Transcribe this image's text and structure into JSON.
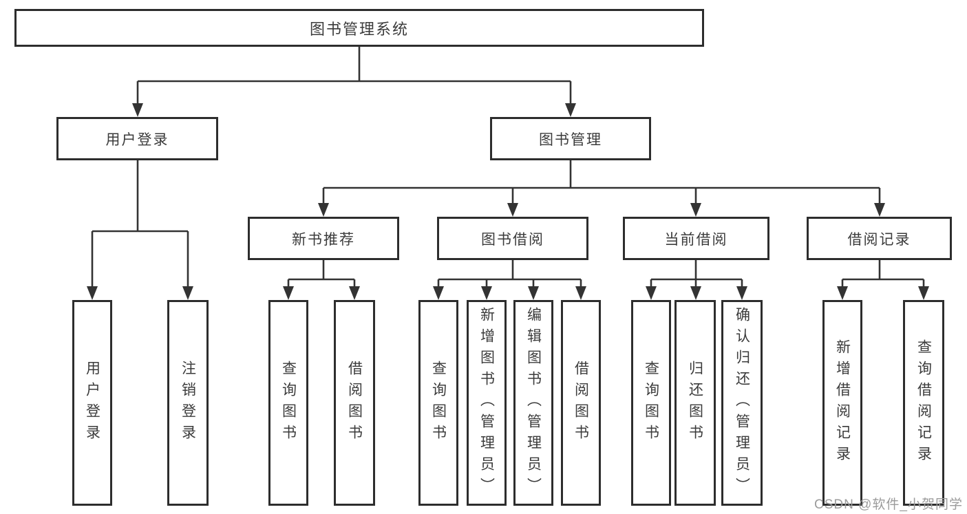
{
  "tree": {
    "root": {
      "label": "图书管理系统"
    },
    "branches": [
      {
        "label": "用户登录",
        "leaves": [
          {
            "label": "用户登录"
          },
          {
            "label": "注销登录"
          }
        ]
      },
      {
        "label": "图书管理",
        "groups": [
          {
            "label": "新书推荐",
            "leaves": [
              {
                "label": "查询图书"
              },
              {
                "label": "借阅图书"
              }
            ]
          },
          {
            "label": "图书借阅",
            "leaves": [
              {
                "label": "查询图书"
              },
              {
                "label": "新增图书（管理员）"
              },
              {
                "label": "编辑图书（管理员）"
              },
              {
                "label": "借阅图书"
              }
            ]
          },
          {
            "label": "当前借阅",
            "leaves": [
              {
                "label": "查询图书"
              },
              {
                "label": "归还图书"
              },
              {
                "label": "确认归还（管理员）"
              }
            ]
          },
          {
            "label": "借阅记录",
            "leaves": [
              {
                "label": "新增借阅记录"
              },
              {
                "label": "查询借阅记录"
              }
            ]
          }
        ]
      }
    ]
  },
  "watermark": {
    "text": "CSDN @软件_小贺同学"
  },
  "colors": {
    "line": "#333333",
    "box_border": "#2d2d2d",
    "text": "#3b3b3b",
    "watermark": "#9b9b9b",
    "background": "#ffffff"
  }
}
